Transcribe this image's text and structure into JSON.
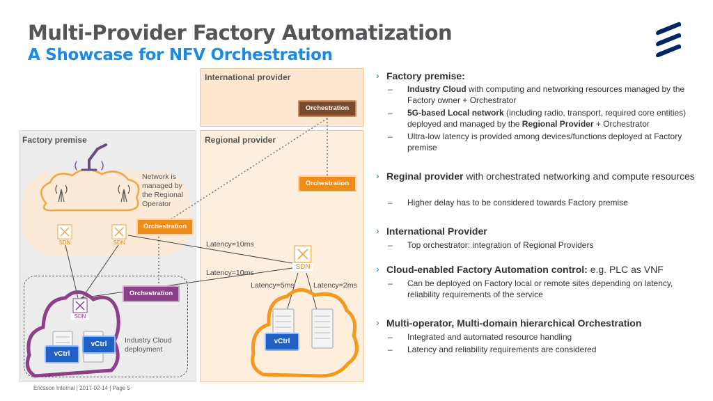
{
  "header": {
    "title": "Multi-Provider Factory Automatization",
    "subtitle": "A Showcase for NFV Orchestration"
  },
  "colors": {
    "accent_blue": "#1b8ae4",
    "orchestration_brown": "#7a4a2e",
    "orchestration_orange": "#f08c19",
    "orchestration_purple": "#8a3f86",
    "provider_bg": "#fde7d1",
    "factory_bg": "#ececec"
  },
  "diagram": {
    "international_provider": "International provider",
    "regional_provider": "Regional provider",
    "factory_premise": "Factory premise",
    "orchestration": "Orchestration",
    "sdn": "SDN",
    "vctrl": "vCtrl",
    "network_note": "Network is managed by the Regional Operator",
    "network_note_lines": [
      "Network is",
      "managed by",
      "the Regional",
      "Operator"
    ],
    "industry_cloud_lines": [
      "Industry Cloud",
      "deployment"
    ],
    "latency_1": "Latency=10ms",
    "latency_2": "Latency=10ms",
    "latency_3": "Latency=5ms",
    "latency_4": "Latency=2ms"
  },
  "bullets": [
    {
      "main_bold": "Factory premise:",
      "main_rest": "",
      "subs": [
        {
          "bold": "Industry Cloud",
          "rest": " with computing and networking resources managed by the Factory owner + Orchestrator"
        },
        {
          "bold": "5G-based Local network",
          "rest": " (including radio, transport, required core entities) deployed and managed by the ",
          "bold2": "Regional Provider",
          "rest2": " + Orchestrator"
        },
        {
          "bold": "",
          "rest": "Ultra-low latency is provided among devices/functions deployed at Factory premise"
        }
      ]
    },
    {
      "main_bold": "Reginal provider",
      "main_rest": " with orchestrated networking and compute resources",
      "subs": [
        {
          "bold": "",
          "rest": "Higher delay has to be considered towards Factory premise"
        }
      ]
    },
    {
      "main_bold": "International Provider",
      "main_rest": "",
      "subs": [
        {
          "bold": "",
          "rest": "Top orchestrator: integration of Regional Providers"
        }
      ]
    },
    {
      "main_bold": "Cloud-enabled Factory Automation control:",
      "main_rest": " e.g. PLC as VNF",
      "subs": [
        {
          "bold": "",
          "rest": "Can be deployed on Factory local or remote sites depending on latency, reliability requirements of the service"
        }
      ]
    },
    {
      "main_bold": "Multi-operator, Multi-domain hierarchical Orchestration",
      "main_rest": "",
      "subs": [
        {
          "bold": "",
          "rest": "Integrated and automated resource handling"
        },
        {
          "bold": "",
          "rest": "Latency and reliability requirements are considered"
        }
      ]
    }
  ],
  "footer": "Ericsson Internal | 2017-02-14 | Page 5",
  "icons": [
    "ericsson-logo",
    "robot-arm-icon",
    "antenna-icon",
    "sdn-router-icon",
    "server-icon",
    "cloud-icon"
  ]
}
